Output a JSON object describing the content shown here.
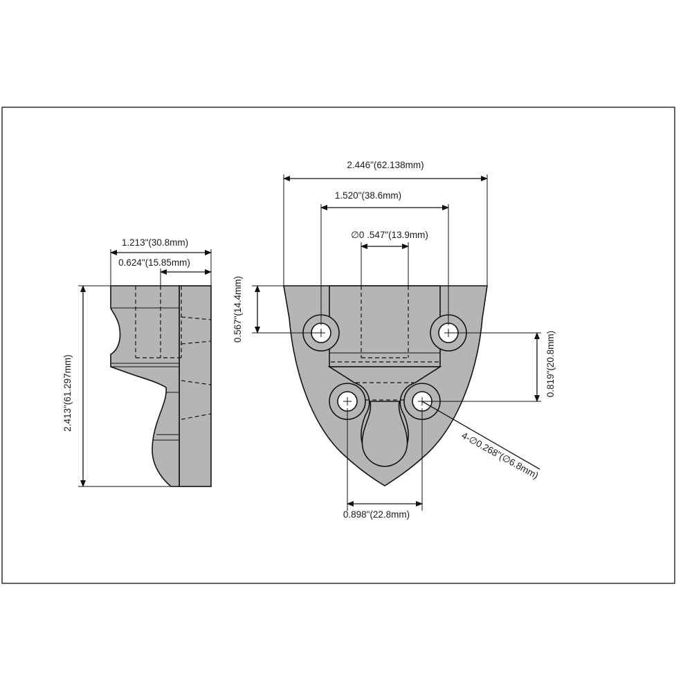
{
  "drawing": {
    "side_view": {
      "width_total": "1.213\"(30.8mm)",
      "width_partial": "0.624\"(15.85mm)",
      "height_total": "2.413\"(61.297mm)"
    },
    "front_view": {
      "width_total": "2.446\"(62.138mm)",
      "hole_spacing_top": "1.520\"(38.6mm)",
      "slot_diameter": "∅0  .547\"(13.9mm)",
      "top_to_hole": "0.567\"(14.4mm)",
      "hole_row_spacing": "0.819\"(20.8mm)",
      "hole_callout": "4-∅0.268\"(∅6.8mm)",
      "hole_spacing_bottom": "0.898\"(22.8mm)"
    }
  }
}
